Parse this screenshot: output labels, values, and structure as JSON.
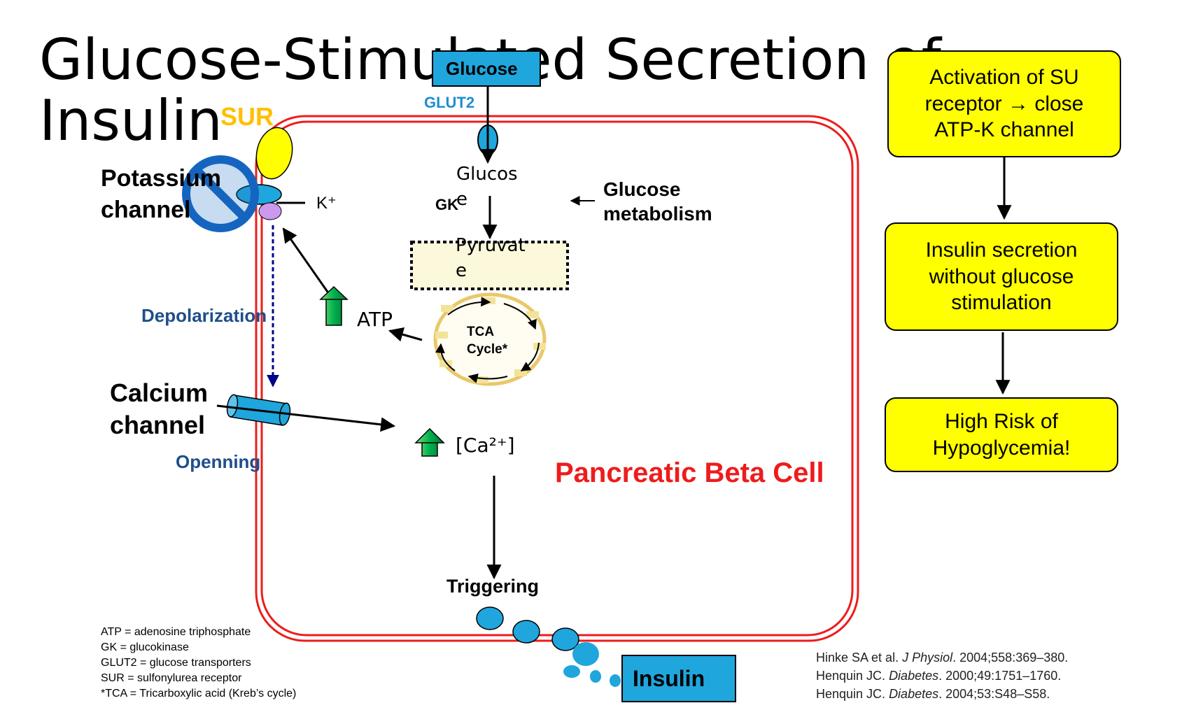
{
  "title": {
    "line1": "Glucose-Stimulated Secretion of",
    "line2": "Insulin"
  },
  "colors": {
    "cell_border": "#ee1c1c",
    "highlight_yellow": "#ffff00",
    "transporter_blue": "#1fa6dd",
    "up_arrow_green": "#00b050",
    "depolarization_blue": "#1f4e8c",
    "dotted_arrow": "#00008b"
  },
  "labels": {
    "sur": "SUR",
    "potassium_channel_1": "Potassium",
    "potassium_channel_2": "channel",
    "k_ion": "K⁺",
    "glucose_top": "Glucose",
    "glut2": "GLUT2",
    "glucose_inside_1": "Glucos",
    "glucose_inside_2": "e",
    "gk": "GK",
    "glucose_metabolism_1": "Glucose",
    "glucose_metabolism_2": "metabolism",
    "pyruvate_1": "Pyruvat",
    "pyruvate_2": "e",
    "tca_1": "TCA",
    "tca_2": "Cycle*",
    "atp": "ATP",
    "depolarization": "Depolarization",
    "calcium_channel_1": "Calcium",
    "calcium_channel_2": "channel",
    "openning": "Openning",
    "calcium": "[Ca²⁺]",
    "cell_name": "Pancreatic Beta Cell",
    "triggering": "Triggering",
    "insulin": "Insulin"
  },
  "flow_boxes": [
    {
      "text": "Activation  of SU\nreceptor  → close\nATP-K channel"
    },
    {
      "text": "Insulin secretion\nwithout glucose\nstimulation"
    },
    {
      "text": "High Risk of\nHypoglycemia!"
    }
  ],
  "legend": [
    "ATP = adenosine triphosphate",
    "GK = glucokinase",
    "GLUT2 = glucose transporters",
    "SUR = sulfonylurea receptor",
    "*TCA = Tricarboxylic acid (Kreb’s cycle)"
  ],
  "references": [
    {
      "authors": "Hinke SA et al. ",
      "journal": "J Physiol",
      "rest": ". 2004;558:369–380."
    },
    {
      "authors": "Henquin JC. ",
      "journal": "Diabetes",
      "rest": ". 2000;49:1751–1760."
    },
    {
      "authors": "Henquin JC. ",
      "journal": "Diabetes",
      "rest": ". 2004;53:S48–S58."
    }
  ],
  "icons": {
    "prohibition": "no-symbol-icon",
    "up_arrow": "green-up-arrow-icon"
  }
}
